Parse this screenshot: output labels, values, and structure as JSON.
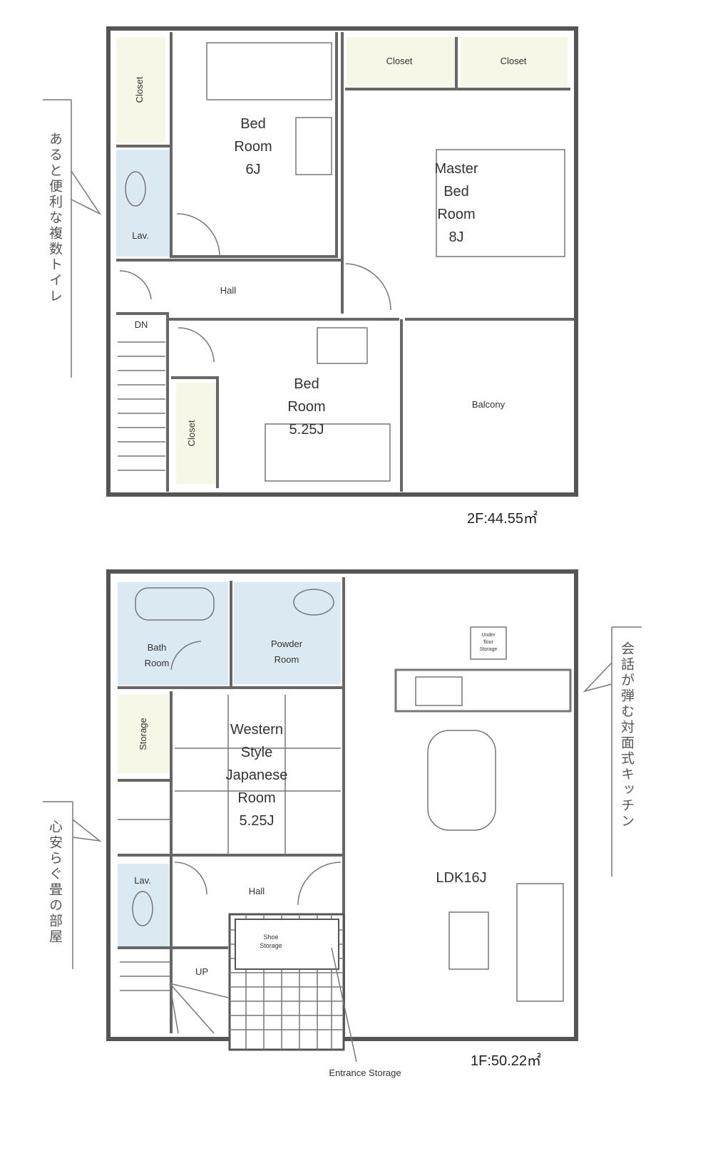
{
  "floor2": {
    "area_label": "2F:44.55㎡",
    "rooms": {
      "closet_left": "Closet",
      "lav": "Lav.",
      "bed_room_1": [
        "Bed",
        "Room",
        "6J"
      ],
      "closet_top_1": "Closet",
      "closet_top_2": "Closet",
      "master": [
        "Master",
        "Bed",
        "Room",
        "8J"
      ],
      "hall": "Hall",
      "dn": "DN",
      "closet_mid": "Closet",
      "bed_room_2": [
        "Bed",
        "Room",
        "5.25J"
      ],
      "balcony": "Balcony"
    },
    "callout": "あると便利な複数トイレ"
  },
  "floor1": {
    "area_label": "1F:50.22㎡",
    "rooms": {
      "bath": [
        "Bath",
        "Room"
      ],
      "powder": [
        "Powder",
        "Room"
      ],
      "storage": "Storage",
      "japanese": [
        "Western",
        "Style",
        "Japanese",
        "Room",
        "5.25J"
      ],
      "lav": "Lav.",
      "hall": "Hall",
      "up": "UP",
      "shoe": [
        "Shoe",
        "Storage"
      ],
      "underfloor": [
        "Under",
        "floor",
        "Storage"
      ],
      "ldk": "LDK16J",
      "entrance_storage": "Entrance Storage"
    },
    "callout_right": "会話が弾む対面式キッチン",
    "callout_left": "心安らぐ畳の部屋"
  },
  "colors": {
    "wet_area": "#dbe9f3",
    "closet": "#f6f7e6",
    "wall": "#555555"
  }
}
